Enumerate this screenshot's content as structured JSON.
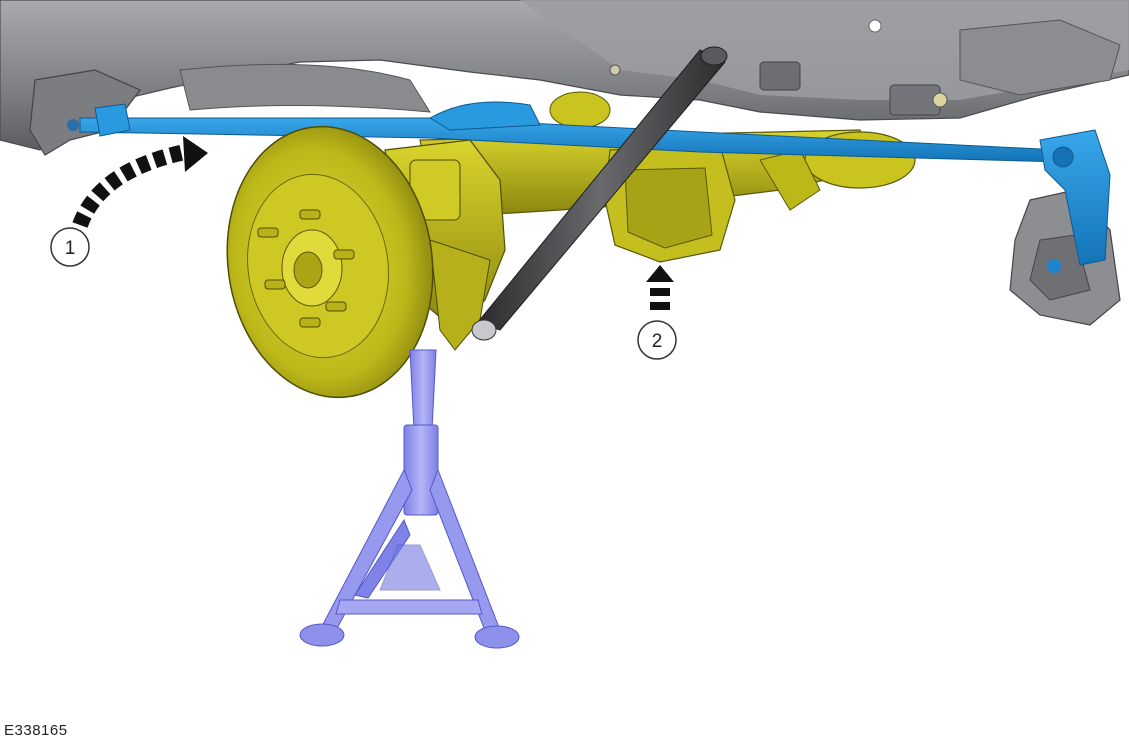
{
  "figure": {
    "id": "E338165",
    "callouts": [
      {
        "number": "1"
      },
      {
        "number": "2"
      }
    ]
  },
  "colors": {
    "frame": "#8f9094",
    "leaf_spring": "#1e8fd6",
    "brake_rotor": "#c7c21c",
    "axle": "#b9b31a",
    "shock": "#4a4a4c",
    "jack_stand": "#9a9cf0",
    "arrow": "#111111"
  },
  "icons": [
    "curved-arrow-icon",
    "straight-arrow-icon"
  ]
}
